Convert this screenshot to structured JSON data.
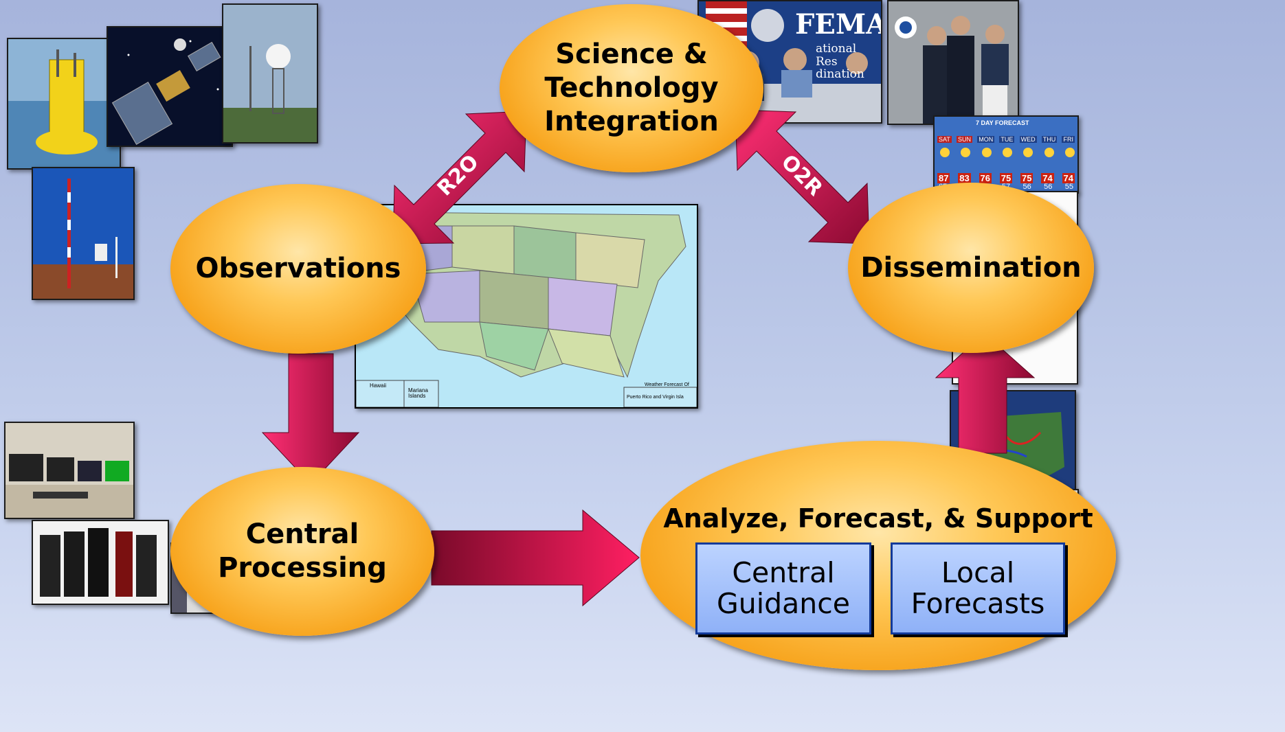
{
  "nodes": {
    "science": "Science &\nTechnology\nIntegration",
    "observations": "Observations",
    "dissemination": "Dissemination",
    "central_processing": "Central\nProcessing",
    "analyze": "Analyze, Forecast,  & Support",
    "central_guidance": "Central\nGuidance",
    "local_forecasts": "Local\nForecasts"
  },
  "arrows": {
    "r2o": "R2O",
    "o2r": "O2R"
  },
  "photos": {
    "fema_sign": "FEMA",
    "fema_sub": "ational Res\ndination",
    "forecast_title": "7 DAY FORECAST",
    "forecast_days": [
      "SAT",
      "SUN",
      "MON",
      "TUE",
      "WED",
      "THU",
      "FRI"
    ],
    "forecast_highs": [
      "87",
      "83",
      "76",
      "75",
      "75",
      "74",
      "74"
    ],
    "forecast_lows": [
      "65",
      "61",
      "57",
      "57",
      "56",
      "56",
      "55"
    ]
  },
  "map": {
    "labels": [
      "Hawaii",
      "Mariana\nIslands",
      "Weather Forecast Of",
      "Puerto Rico and Virgin Isla"
    ]
  },
  "colors": {
    "ellipse": "#f7a21a",
    "arrow": "#d4145a",
    "box": "#8fb1f7"
  }
}
